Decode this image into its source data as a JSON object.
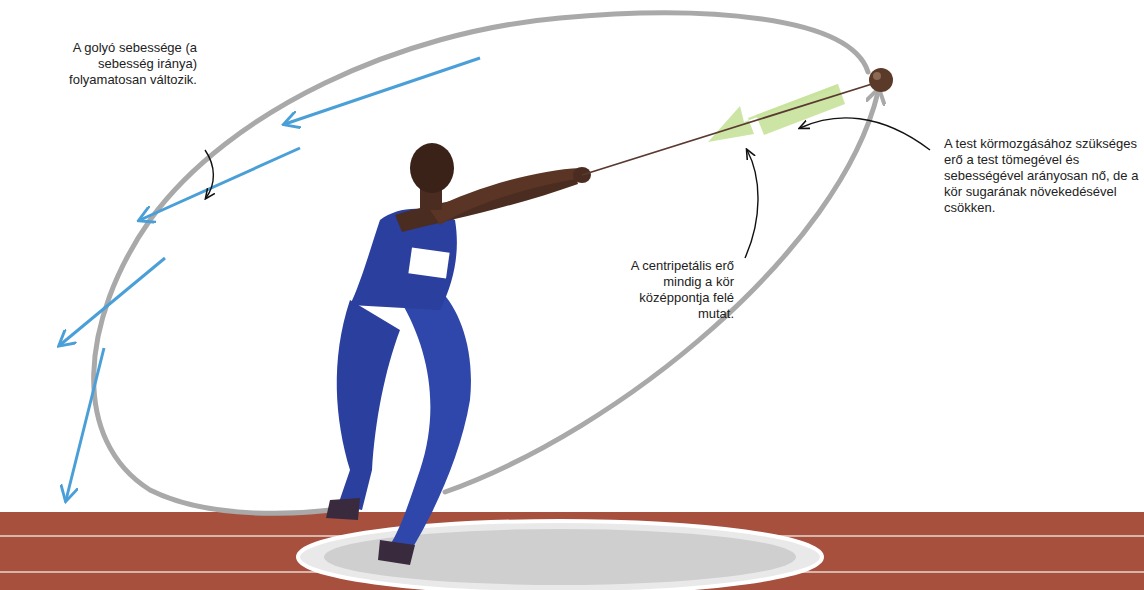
{
  "diagram": {
    "labels": [
      "A golyó sebessége (a sebesség iránya) folyamatosan változik.",
      "A centripetális erő mindig a kör középpontja felé mutat.",
      "A test körmozgásához szükséges erő a test tömegével és sebességével arányosan nő, de a kör sugarának növekedésével csökken."
    ]
  }
}
